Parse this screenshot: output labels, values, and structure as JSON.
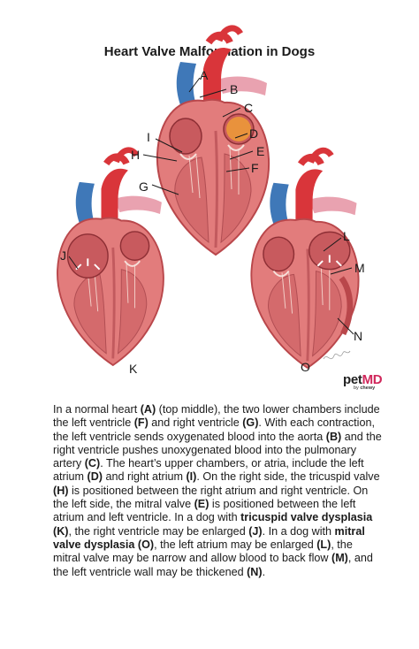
{
  "title": "Heart Valve Malformation in Dogs",
  "labels": {
    "A": "A",
    "B": "B",
    "C": "C",
    "D": "D",
    "E": "E",
    "F": "F",
    "G": "G",
    "H": "H",
    "I": "I",
    "J": "J",
    "K": "K",
    "L": "L",
    "M": "M",
    "N": "N",
    "O": "O"
  },
  "signature": "C.Wells",
  "logo": {
    "pet": "pet",
    "md": "MD",
    "by": "by",
    "brand": "chewy"
  },
  "colors": {
    "muscle": "#e27c7c",
    "muscle_dark": "#b9474b",
    "cavity": "#c85a5e",
    "aorta": "#d9353a",
    "vein_blue": "#3f78b8",
    "pulmonary_pink": "#e9a2b0",
    "atrium_orange": "#e9923c",
    "brand_pink": "#d0275b"
  },
  "paragraph": [
    {
      "t": "In a normal heart "
    },
    {
      "b": "(A)"
    },
    {
      "t": " (top middle), the two lower chambers include the left ventricle "
    },
    {
      "b": "(F)"
    },
    {
      "t": " and right ventricle "
    },
    {
      "b": "(G)"
    },
    {
      "t": ". With each contraction, the left ventricle sends oxygenated blood into the aorta "
    },
    {
      "b": "(B)"
    },
    {
      "t": " and the right ventricle pushes unoxygenated blood into the pulmonary artery "
    },
    {
      "b": "(C)"
    },
    {
      "t": ". The heart’s upper chambers, or atria, include the left atrium "
    },
    {
      "b": "(D)"
    },
    {
      "t": " and right atrium "
    },
    {
      "b": "(I)"
    },
    {
      "t": ". On the right side, the tricuspid valve "
    },
    {
      "b": "(H)"
    },
    {
      "t": " is positioned between the right atrium and right ventricle. On the left side, the mitral valve "
    },
    {
      "b": "(E)"
    },
    {
      "t": " is positioned between the left atrium and left ventricle. In a dog with "
    },
    {
      "b": "tricuspid valve dysplasia (K)"
    },
    {
      "t": ", the right ventricle may be enlarged "
    },
    {
      "b": "(J)"
    },
    {
      "t": ". In a dog with "
    },
    {
      "b": "mitral valve dysplasia (O)"
    },
    {
      "t": ", the left atrium may be enlarged "
    },
    {
      "b": "(L)"
    },
    {
      "t": ", the mitral valve may be narrow and allow blood to back flow "
    },
    {
      "b": "(M)"
    },
    {
      "t": ", and the left ventricle wall may be thickened "
    },
    {
      "b": "(N)"
    },
    {
      "t": "."
    }
  ]
}
